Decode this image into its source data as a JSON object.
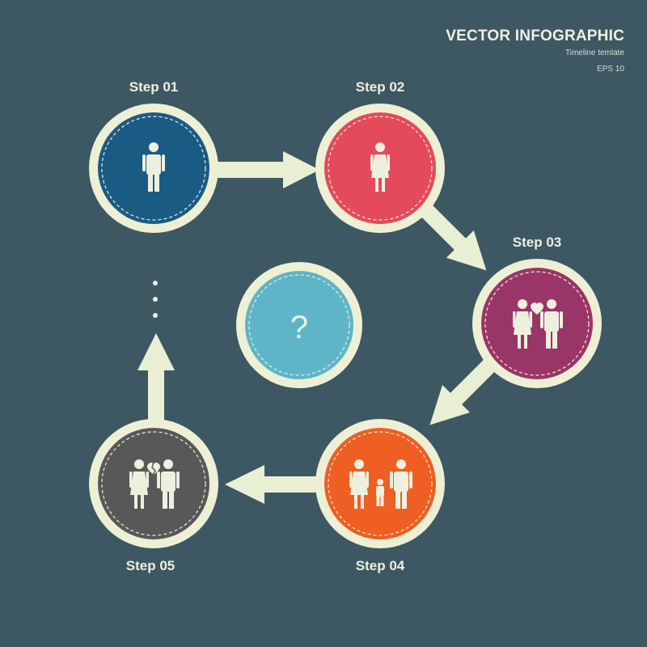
{
  "header": {
    "title": "VECTOR INFOGRAPHIC",
    "subtitle": "Timeline temlate",
    "eps": "EPS 10"
  },
  "colors": {
    "background": "#3d5863",
    "ring": "#eef0d6",
    "arrow": "#e9efd2",
    "icon": "#eef0df"
  },
  "steps": [
    {
      "label": "Step 01",
      "color": "#1a5b84",
      "icon": "man-icon"
    },
    {
      "label": "Step 02",
      "color": "#e44a5b",
      "icon": "woman-icon"
    },
    {
      "label": "Step 03",
      "color": "#9a3567",
      "icon": "couple-heart-icon"
    },
    {
      "label": "Step 04",
      "color": "#ef5e22",
      "icon": "family-icon"
    },
    {
      "label": "Step 05",
      "color": "#585858",
      "icon": "broken-heart-couple-icon"
    }
  ],
  "center": {
    "symbol": "?",
    "color": "#5fb5c8",
    "icon": "question-mark-icon"
  },
  "continuation": {
    "icon": "ellipsis-vertical-icon"
  }
}
